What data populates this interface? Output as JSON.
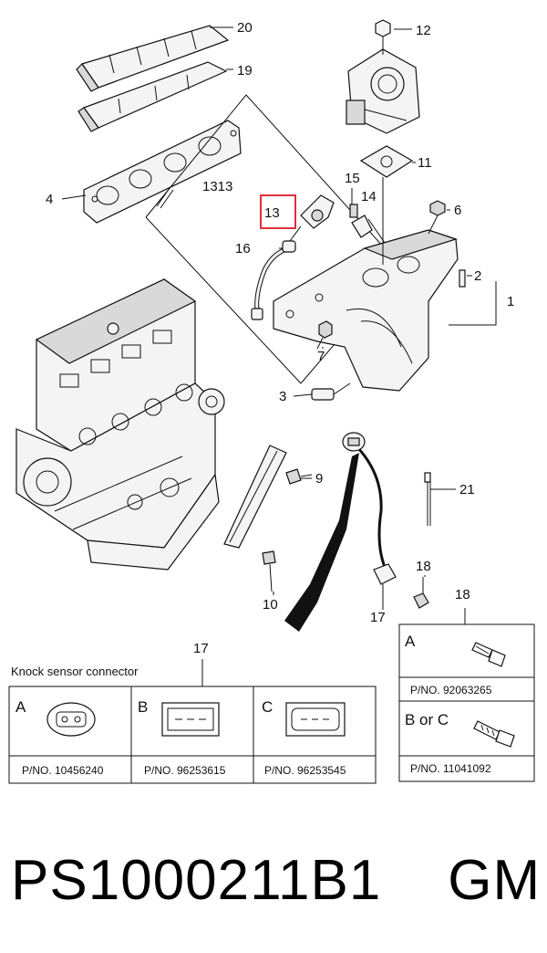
{
  "callouts": {
    "c1": "1",
    "c2": "2",
    "c3": "3",
    "c4": "4",
    "c6": "6",
    "c7": "7",
    "c9": "9",
    "c10": "10",
    "c11": "11",
    "c12": "12",
    "c13": "13",
    "c1313": "1313",
    "c14": "14",
    "c15": "15",
    "c16": "16",
    "c17": "17",
    "c17b": "17",
    "c18": "18",
    "c18b": "18",
    "c19": "19",
    "c20": "20",
    "c21": "21"
  },
  "highlight_color": "#e0303a",
  "knock_sensor": {
    "caption": "Knock sensor connector",
    "columns": [
      {
        "letter": "A",
        "pno": "P/NO. 10456240"
      },
      {
        "letter": "B",
        "pno": "P/NO. 96253615"
      },
      {
        "letter": "C",
        "pno": "P/NO. 96253545"
      }
    ]
  },
  "bolt_table": {
    "rows": [
      {
        "letter": "A",
        "pno": "P/NO. 92063265"
      },
      {
        "letter": "B or C",
        "pno": "P/NO. 11041092"
      }
    ]
  },
  "footer": {
    "code": "PS1000211B1",
    "brand": "GM"
  }
}
